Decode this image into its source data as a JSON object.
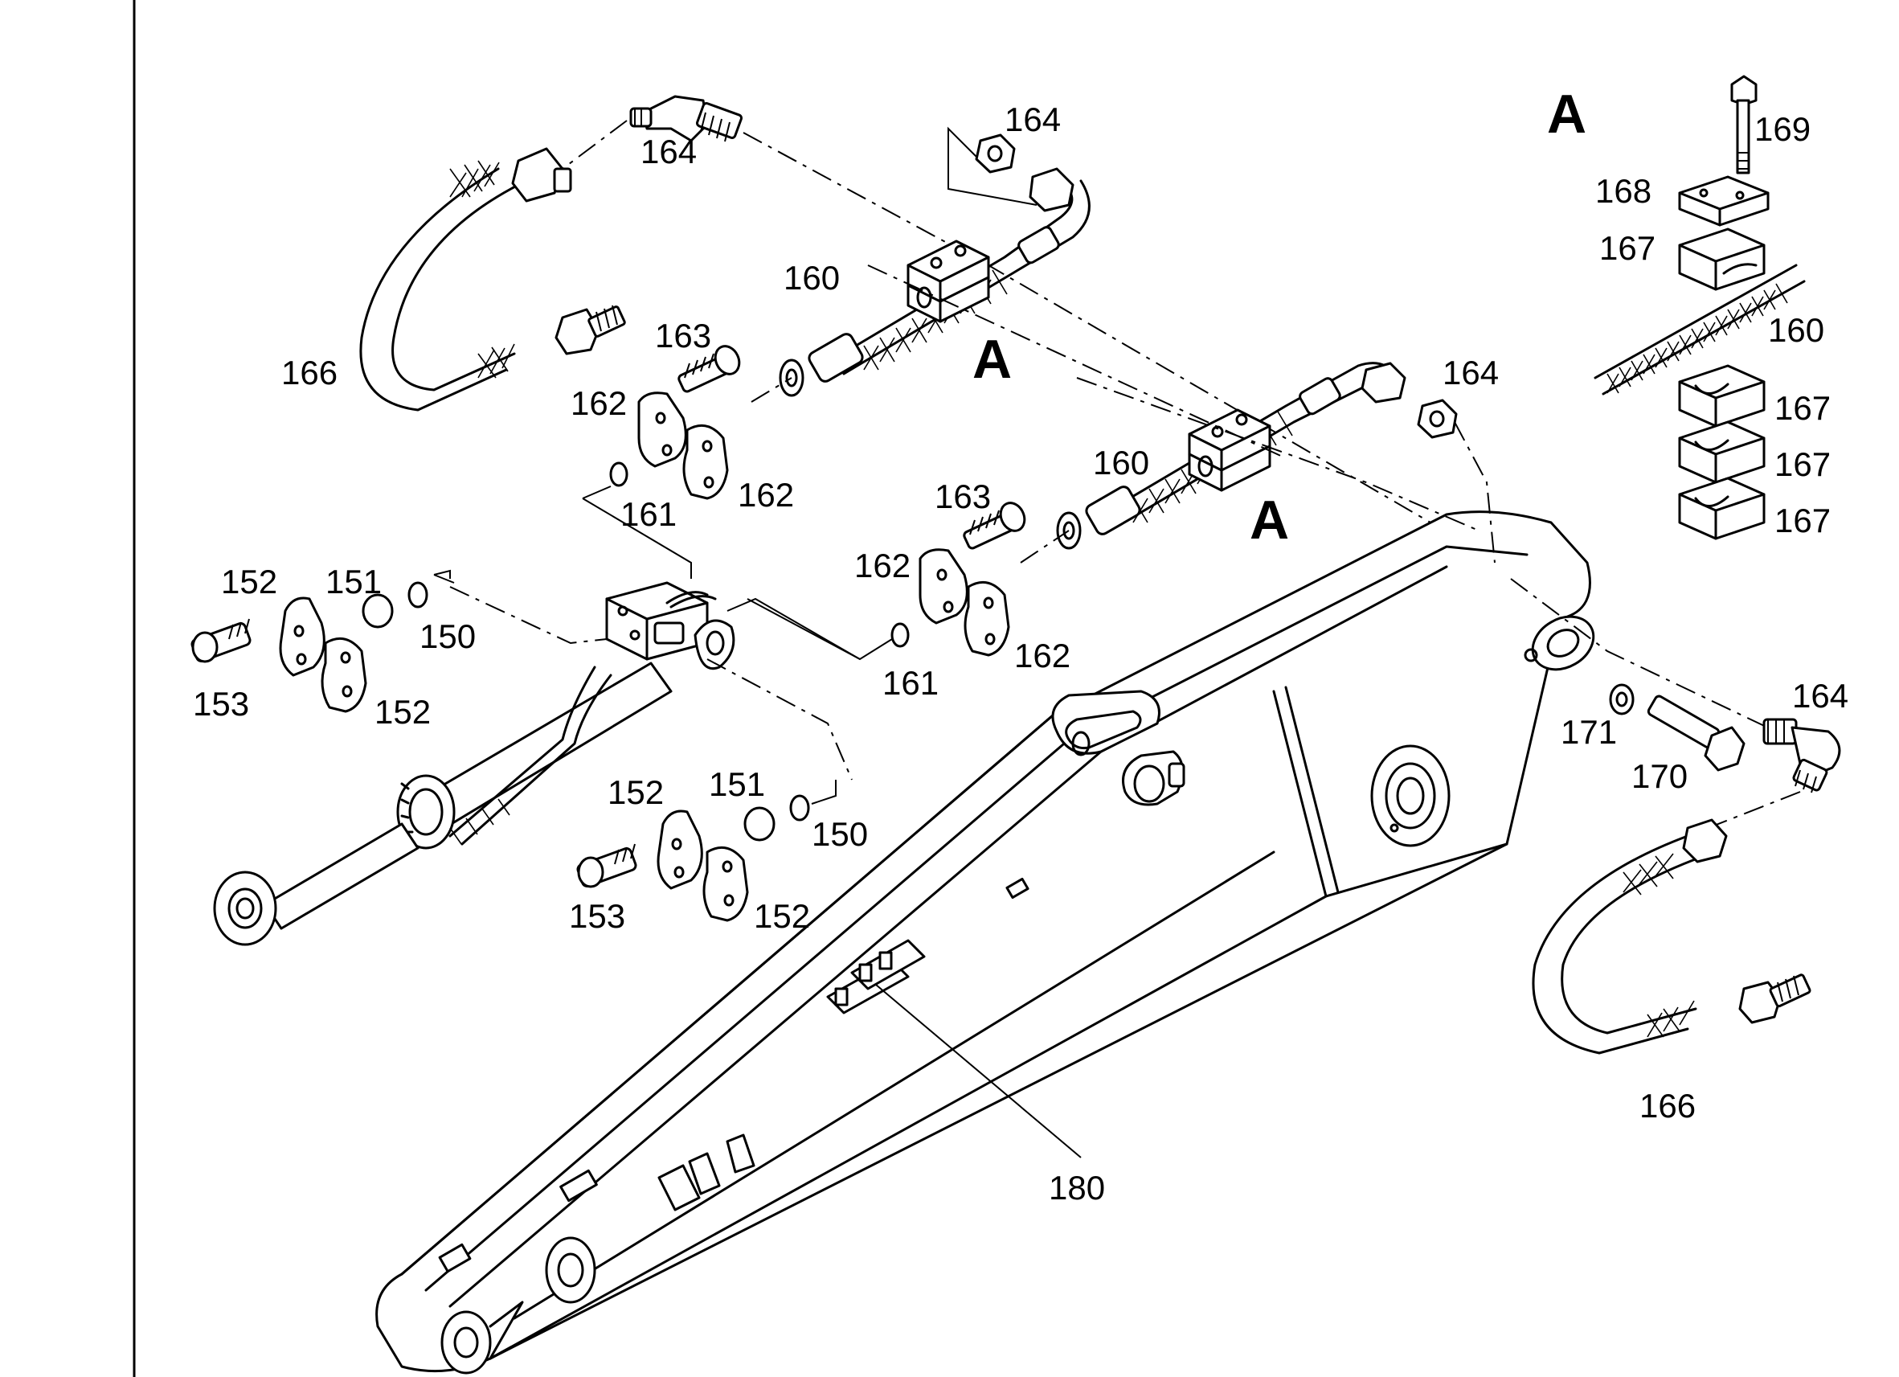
{
  "drawing": {
    "view_label": "A",
    "section_labels": [
      "A",
      "A"
    ]
  },
  "callouts": {
    "c150a": "150",
    "c150b": "150",
    "c151a": "151",
    "c151b": "151",
    "c152a": "152",
    "c152b": "152",
    "c152c": "152",
    "c152d": "152",
    "c153a": "153",
    "c153b": "153",
    "c160a": "160",
    "c160b": "160",
    "c160c": "160",
    "c161a": "161",
    "c161b": "161",
    "c162a": "162",
    "c162b": "162",
    "c162c": "162",
    "c162d": "162",
    "c163a": "163",
    "c163b": "163",
    "c164a": "164",
    "c164b": "164",
    "c164c": "164",
    "c164d": "164",
    "c166a": "166",
    "c166b": "166",
    "c167a": "167",
    "c167b": "167",
    "c167c": "167",
    "c167d": "167",
    "c168": "168",
    "c169": "169",
    "c170": "170",
    "c171": "171",
    "c180": "180"
  }
}
